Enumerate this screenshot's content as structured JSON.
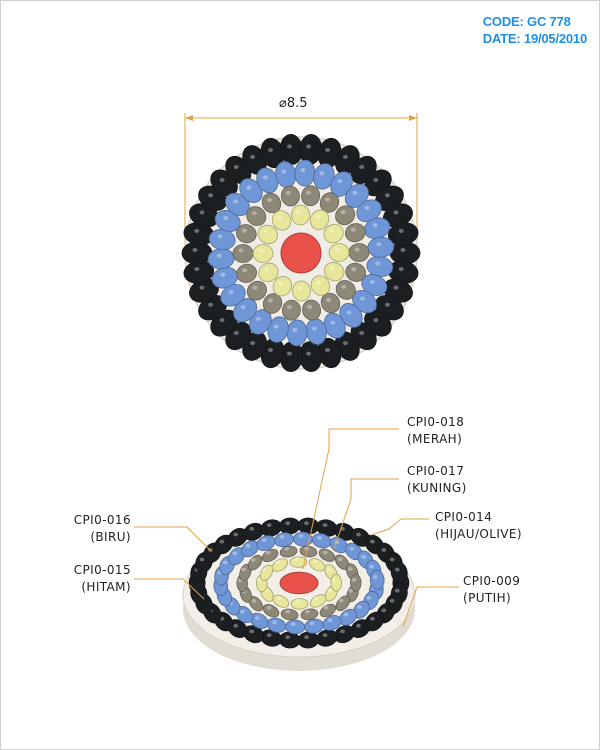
{
  "header": {
    "code_label": "CODE:",
    "code_value": "GC 778",
    "date_label": "DATE:",
    "date_value": "19/05/2010"
  },
  "dimension": {
    "diameter_label": "⌀8.5"
  },
  "callouts": [
    {
      "code": "CPI0-018",
      "name": "(MERAH)"
    },
    {
      "code": "CPI0-017",
      "name": "(KUNING)"
    },
    {
      "code": "CPI0-014",
      "name": "(HIJAU/OLIVE)"
    },
    {
      "code": "CPI0-016",
      "name": "(BIRU)"
    },
    {
      "code": "CPI0-015",
      "name": "(HITAM)"
    },
    {
      "code": "CPI0-009",
      "name": "(PUTIH)"
    }
  ],
  "colors": {
    "accent_text": "#1f8fe0",
    "leader_line": "#e3a24a",
    "red": "#e8524a",
    "yellow": "#e7e69a",
    "olive": "#8e8878",
    "blue": "#6f96d6",
    "black": "#1c1f22",
    "white_base": "#f1ede6"
  }
}
